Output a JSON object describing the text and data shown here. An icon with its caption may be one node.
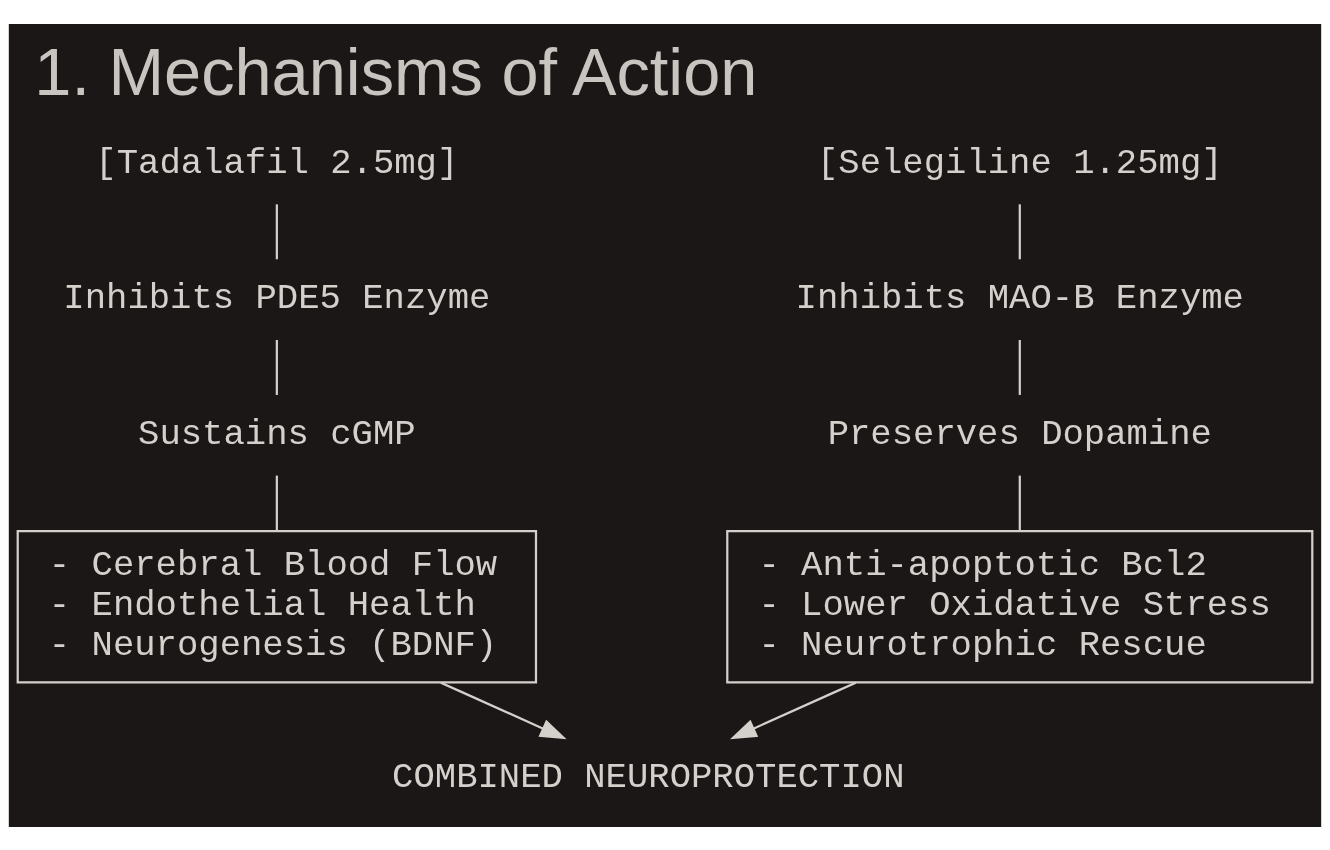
{
  "diagram": {
    "title": "1. Mechanisms of Action",
    "nodes": [
      {
        "text": [
          "[Tadalafil 2.5mg]"
        ]
      },
      {
        "text": [
          "Inhibits PDE5 Enzyme"
        ]
      },
      {
        "text": [
          "Sustains cGMP"
        ]
      },
      {
        "text": [
          "- Cerebral Blood Flow",
          "- Endothelial Health",
          "- Neurogenesis (BDNF)"
        ]
      },
      {
        "text": [
          "[Selegiline 1.25mg]"
        ]
      },
      {
        "text": [
          "Inhibits MAO-B Enzyme"
        ]
      },
      {
        "text": [
          "Preserves Dopamine"
        ]
      },
      {
        "text": [
          "- Anti-apoptotic Bcl2",
          "- Lower Oxidative Stress",
          "- Neurotrophic Rescue"
        ]
      },
      {
        "text": [
          "COMBINED NEUROPROTECTION"
        ]
      }
    ],
    "edges": [
      {
        "from": 0,
        "to": 1,
        "arrow": "none"
      },
      {
        "from": 1,
        "to": 2,
        "arrow": "none"
      },
      {
        "from": 2,
        "to": 3,
        "arrow": "none"
      },
      {
        "from": 4,
        "to": 5,
        "arrow": "none"
      },
      {
        "from": 5,
        "to": 6,
        "arrow": "none"
      },
      {
        "from": 6,
        "to": 7,
        "arrow": "none"
      },
      {
        "from": 3,
        "to": 8,
        "arrow": "to"
      },
      {
        "from": 7,
        "to": 8,
        "arrow": "to"
      }
    ]
  }
}
